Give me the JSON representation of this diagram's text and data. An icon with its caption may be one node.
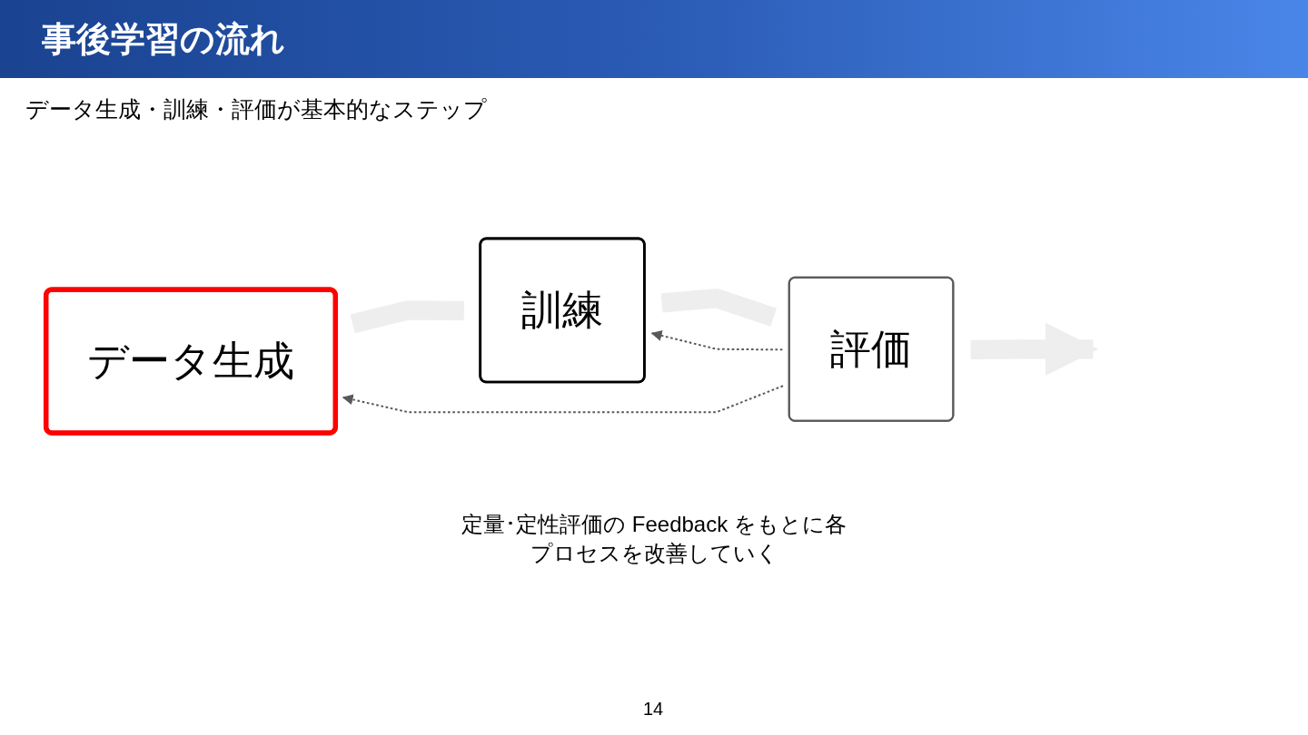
{
  "diagram": {
    "title": "事後学習の流れ",
    "nodes": [
      {
        "text": [
          "データ生成"
        ]
      },
      {
        "text": [
          "訓練"
        ]
      },
      {
        "text": [
          "評価"
        ]
      }
    ],
    "edges": [
      {
        "from": 0,
        "to": 1,
        "arrow": "none",
        "color": "#eeeeee"
      },
      {
        "from": 1,
        "to": 2,
        "arrow": "none",
        "color": "#eeeeee"
      },
      {
        "from": 2,
        "to": null,
        "arrow": "to",
        "color": "#eeeeee"
      },
      {
        "from": 2,
        "to": 1,
        "arrow": "to",
        "style": "dashed",
        "color": "#595959"
      },
      {
        "from": 2,
        "to": 0,
        "arrow": "to",
        "style": "dashed",
        "color": "#595959"
      }
    ],
    "labels": [
      "データ生成・訓練・評価が基本的なステップ",
      "定量･定性評価の Feedback をもとに各プロセスを改善していく",
      "14"
    ]
  }
}
